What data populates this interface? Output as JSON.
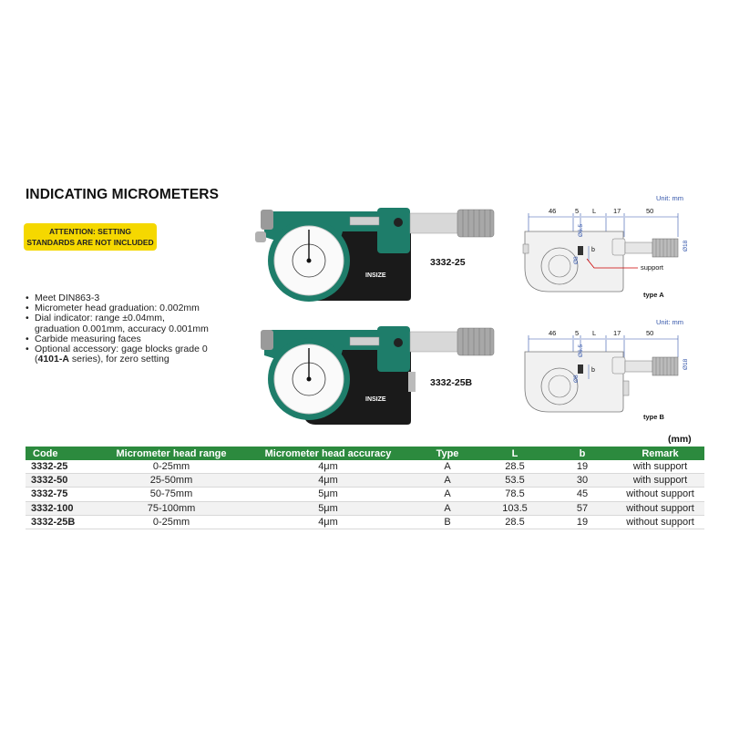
{
  "title": "INDICATING MICROMETERS",
  "attention": {
    "line1": "ATTENTION: SETTING",
    "line2": "STANDARDS ARE NOT INCLUDED"
  },
  "features": [
    {
      "text": "Meet DIN863-3"
    },
    {
      "text": "Micrometer head graduation: 0.002mm"
    },
    {
      "text": "Dial indicator: range ±0.04mm,"
    },
    {
      "text": "graduation 0.001mm, accuracy 0.001mm",
      "indent": true
    },
    {
      "text": "Carbide measuring faces"
    },
    {
      "text": "Optional accessory: gage blocks grade 0"
    },
    {
      "pre": "(",
      "bold": "4101-A",
      "post": " series), for zero setting",
      "indent": true
    }
  ],
  "products": [
    {
      "code": "3332-25",
      "brand": "INSIZE"
    },
    {
      "code": "3332-25B",
      "brand": "INSIZE"
    }
  ],
  "diagrams": [
    {
      "unit": "Unit: mm",
      "dims": [
        "46",
        "5",
        "L",
        "17",
        "50"
      ],
      "diam1": "Ø6.5",
      "diam2": "Ø18",
      "diam3": "Ø8",
      "b": "b",
      "callout": "support",
      "type_label": "type A"
    },
    {
      "unit": "Unit: mm",
      "dims": [
        "46",
        "5",
        "L",
        "17",
        "50"
      ],
      "diam1": "Ø6.5",
      "diam2": "Ø18",
      "diam3": "Ø8",
      "b": "b",
      "type_label": "type B"
    }
  ],
  "table": {
    "unit": "(mm)",
    "headers": [
      "Code",
      "Micrometer head range",
      "Micrometer head accuracy",
      "Type",
      "L",
      "b",
      "Remark"
    ],
    "rows": [
      [
        "3332-25",
        "0-25mm",
        "4μm",
        "A",
        "28.5",
        "19",
        "with support"
      ],
      [
        "3332-50",
        "25-50mm",
        "4μm",
        "A",
        "53.5",
        "30",
        "with support"
      ],
      [
        "3332-75",
        "50-75mm",
        "5μm",
        "A",
        "78.5",
        "45",
        "without support"
      ],
      [
        "3332-100",
        "75-100mm",
        "5μm",
        "A",
        "103.5",
        "57",
        "without support"
      ],
      [
        "3332-25B",
        "0-25mm",
        "4μm",
        "B",
        "28.5",
        "19",
        "without support"
      ]
    ]
  }
}
